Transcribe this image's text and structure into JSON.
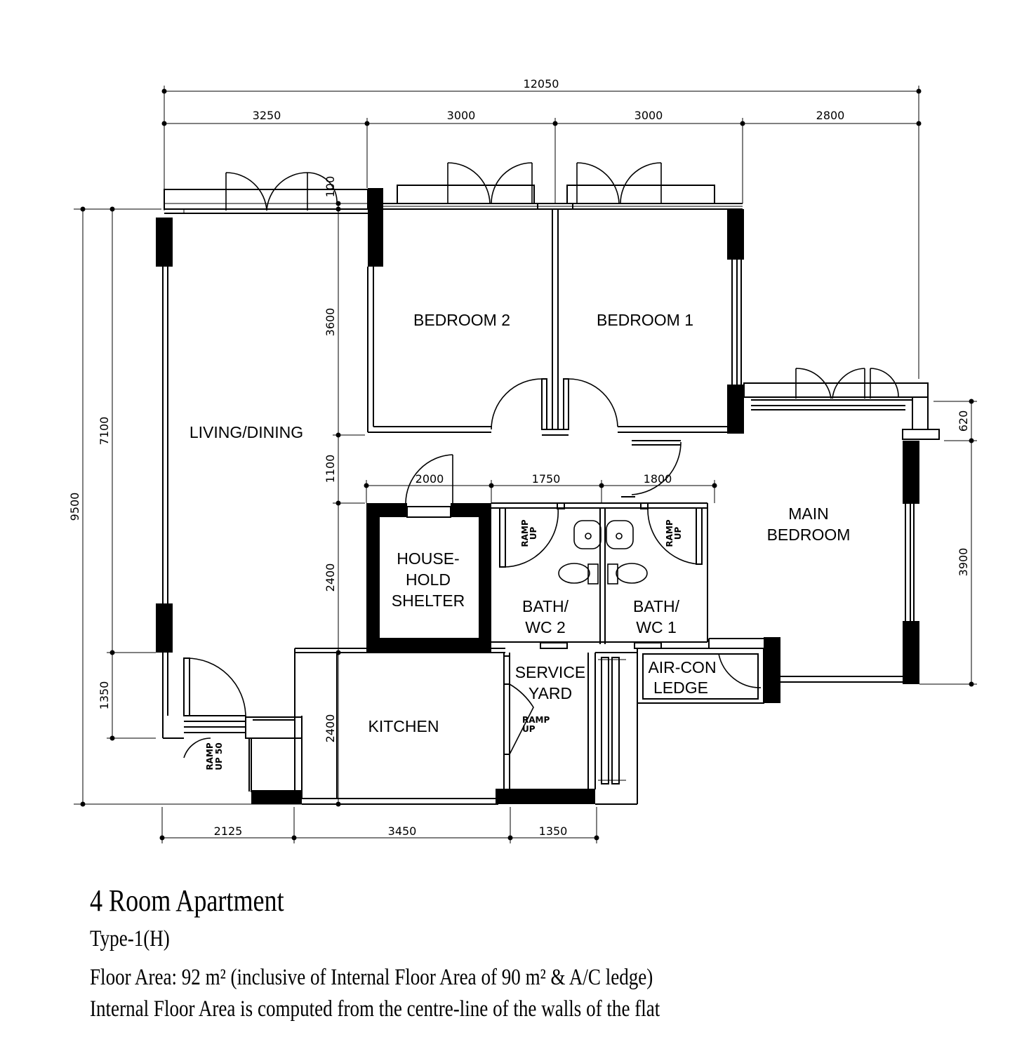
{
  "plan": {
    "dimensions": {
      "overall_width": "12050",
      "top_segments": [
        "3250",
        "3000",
        "3000",
        "2800"
      ],
      "bottom_segments": [
        "2125",
        "3450",
        "1350"
      ],
      "inner_segments": [
        "2000",
        "1750",
        "1800"
      ],
      "left_overall": "9500",
      "left_upper": "7100",
      "left_lower": "1350",
      "center_vertical": [
        "100",
        "3600",
        "1100",
        "2400",
        "2400"
      ],
      "right_upper": "620",
      "right_lower": "3900"
    },
    "rooms": {
      "living_dining": "LIVING/DINING",
      "bedroom_2": "BEDROOM 2",
      "bedroom_1": "BEDROOM 1",
      "main_bedroom_line1": "MAIN",
      "main_bedroom_line2": "BEDROOM",
      "shelter_line1": "HOUSE-",
      "shelter_line2": "HOLD",
      "shelter_line3": "SHELTER",
      "bath2_line1": "BATH/",
      "bath2_line2": "WC 2",
      "bath1_line1": "BATH/",
      "bath1_line2": "WC 1",
      "service_line1": "SERVICE",
      "service_line2": "YARD",
      "aircon_line1": "AIR-CON",
      "aircon_line2": "LEDGE",
      "kitchen": "KITCHEN"
    },
    "ramps": {
      "ramp": "RAMP",
      "up": "UP",
      "up50": "UP 50"
    }
  },
  "caption": {
    "title": "4 Room Apartment",
    "type": "Type-1(H)",
    "floor_area": "Floor Area: 92 m² (inclusive of Internal Floor Area of 90 m² & A/C ledge)",
    "note": "Internal Floor Area is computed from the centre-line of the walls of the flat"
  }
}
